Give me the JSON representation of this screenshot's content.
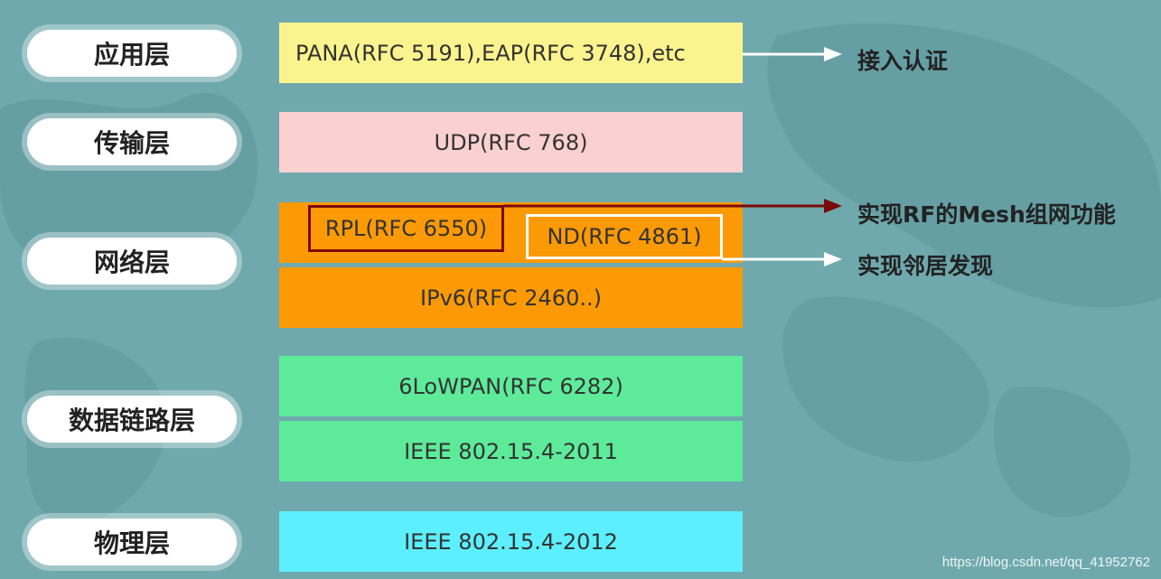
{
  "colors": {
    "background": "#6fa9ad",
    "application": "#fbf48e",
    "transport": "#fbd0d0",
    "network": "#fc9a06",
    "datalink": "#5deb9a",
    "physical": "#5ceffe",
    "rpl_border": "#7a0a0a",
    "nd_border": "#ffffff"
  },
  "layers": {
    "application": "应用层",
    "transport": "传输层",
    "network": "网络层",
    "datalink": "数据链路层",
    "physical": "物理层"
  },
  "protocols": {
    "application": "PANA(RFC 5191),EAP(RFC 3748),etc",
    "transport": "UDP(RFC 768)",
    "rpl": "RPL(RFC 6550)",
    "nd": "ND(RFC 4861)",
    "ipv6": "IPv6(RFC 2460..)",
    "sixlowpan": "6LoWPAN(RFC 6282)",
    "ieee2011": "IEEE 802.15.4-2011",
    "ieee2012": "IEEE 802.15.4-2012"
  },
  "annotations": {
    "auth": "接入认证",
    "mesh": "实现RF的Mesh组网功能",
    "neighbor": "实现邻居发现"
  },
  "watermark": "https://blog.csdn.net/qq_41952762"
}
